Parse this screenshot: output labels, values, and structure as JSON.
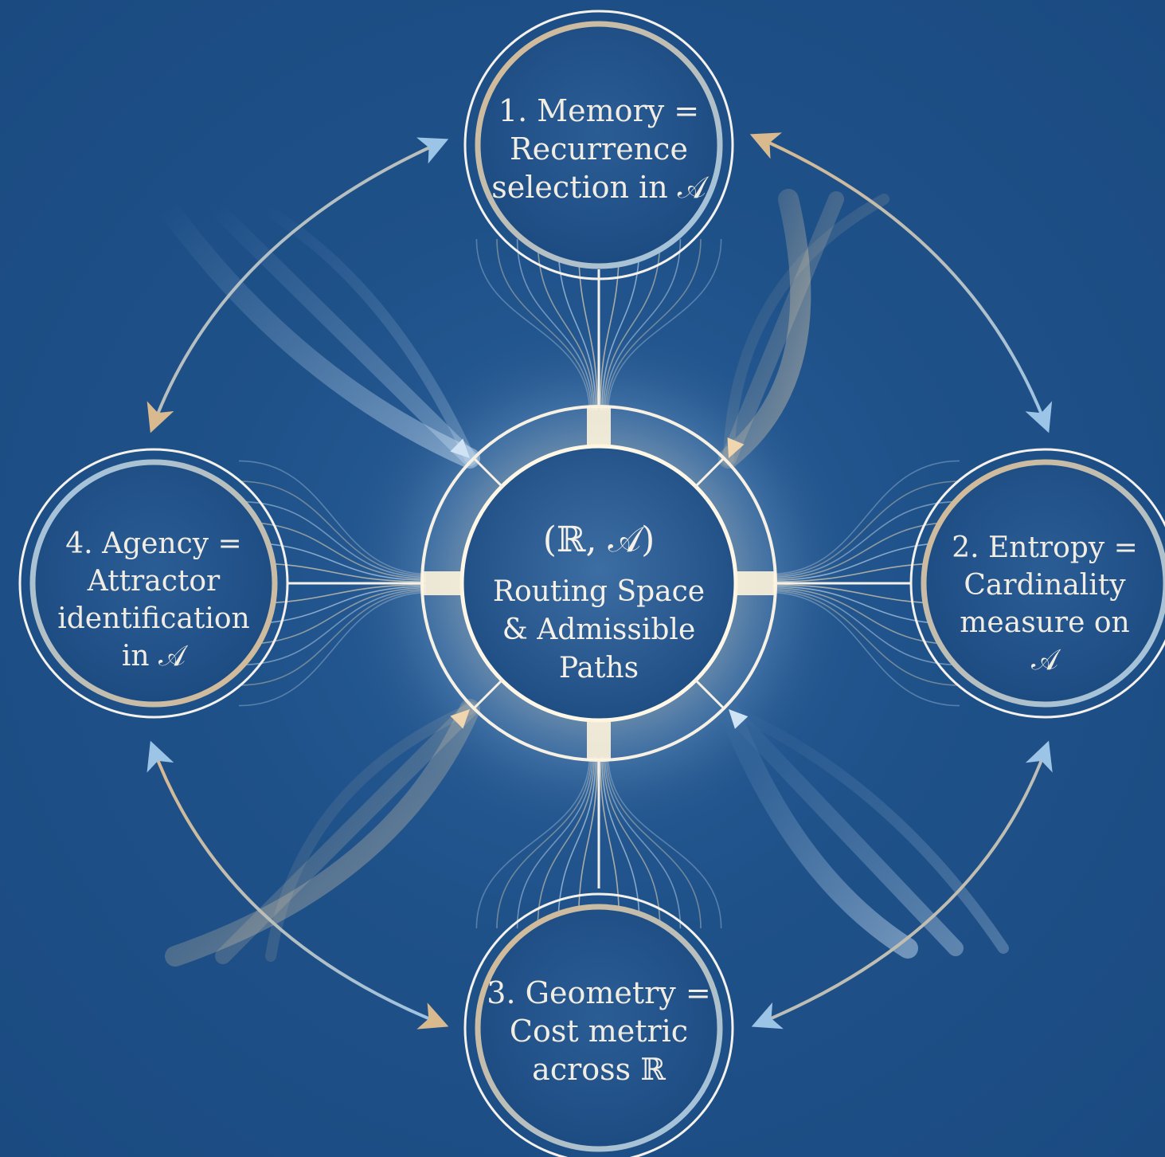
{
  "hub": {
    "symbol": "(ℝ, 𝒜)",
    "lines": [
      "Routing Space",
      "& Admissible",
      "Paths"
    ]
  },
  "nodes": [
    {
      "id": "memory",
      "lines": [
        "1. Memory =",
        "Recurrence",
        "selection in 𝒜"
      ]
    },
    {
      "id": "entropy",
      "lines": [
        "2. Entropy =",
        "Cardinality",
        "measure on",
        "𝒜"
      ]
    },
    {
      "id": "geometry",
      "lines": [
        "3. Geometry =",
        "Cost metric",
        "across ℝ"
      ]
    },
    {
      "id": "agency",
      "lines": [
        "4. Agency =",
        "Attractor",
        "identification",
        "in 𝒜"
      ]
    }
  ],
  "colors": {
    "background": "#1f5189",
    "ring_white": "#f4f1ea",
    "ring_gold": "#d9b98e",
    "ring_blue": "#9cc4e6",
    "glow": "#fff4dc"
  }
}
